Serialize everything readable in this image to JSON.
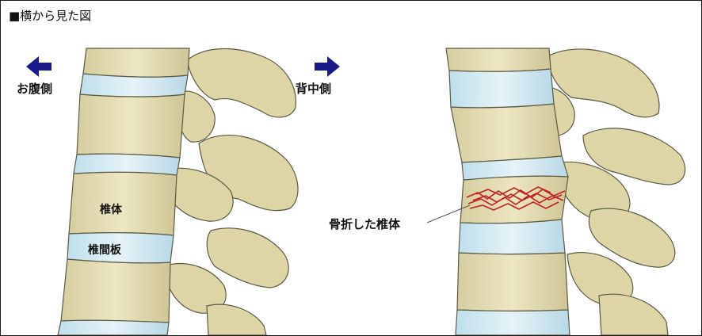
{
  "title": "■横から見た図",
  "direction": {
    "front_label": "お腹側",
    "back_label": "背中側",
    "arrow_color": "#1a1a8c"
  },
  "labels": {
    "vertebral_body": "椎体",
    "disc": "椎間板",
    "fractured_body": "骨折した椎体"
  },
  "colors": {
    "bone": "#e4ddb3",
    "bone_dark": "#c8bf8e",
    "disc": "#cfe6ef",
    "fracture": "#c21f1f",
    "outline": "#555544"
  },
  "icons": [
    "left-arrow-icon",
    "right-arrow-icon"
  ]
}
